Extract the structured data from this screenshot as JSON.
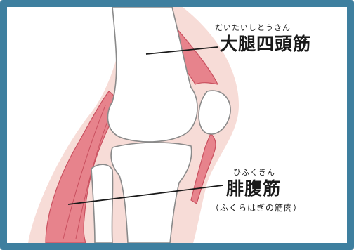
{
  "colors": {
    "frame": "#3e7f9f",
    "skin": "#f7dcd7",
    "muscle": "#e7838c",
    "muscle_dark": "#c9505f",
    "bone": "#ffffff",
    "bone_outline": "#8a8a8a"
  },
  "labels": {
    "quadriceps_reading": "だいたいしとうきん",
    "quadriceps": "大腿四頭筋",
    "gastrocnemius_reading": "ひふくきん",
    "gastrocnemius": "腓腹筋",
    "gastrocnemius_note": "（ふくらはぎの筋肉）"
  }
}
